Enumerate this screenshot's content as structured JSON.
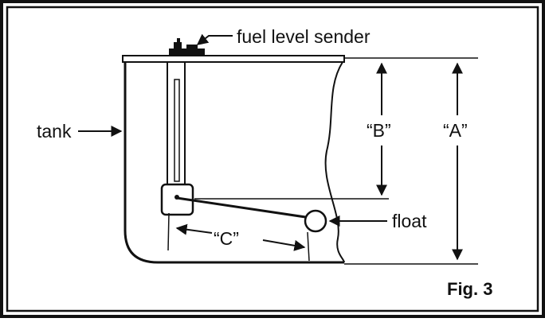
{
  "labels": {
    "sender": "fuel level sender",
    "tank": "tank",
    "b": "“B”",
    "a": "“A”",
    "float": "float",
    "c": "“C”",
    "figure": "Fig. 3"
  },
  "colors": {
    "ink": "#111111",
    "paper": "#ffffff"
  }
}
